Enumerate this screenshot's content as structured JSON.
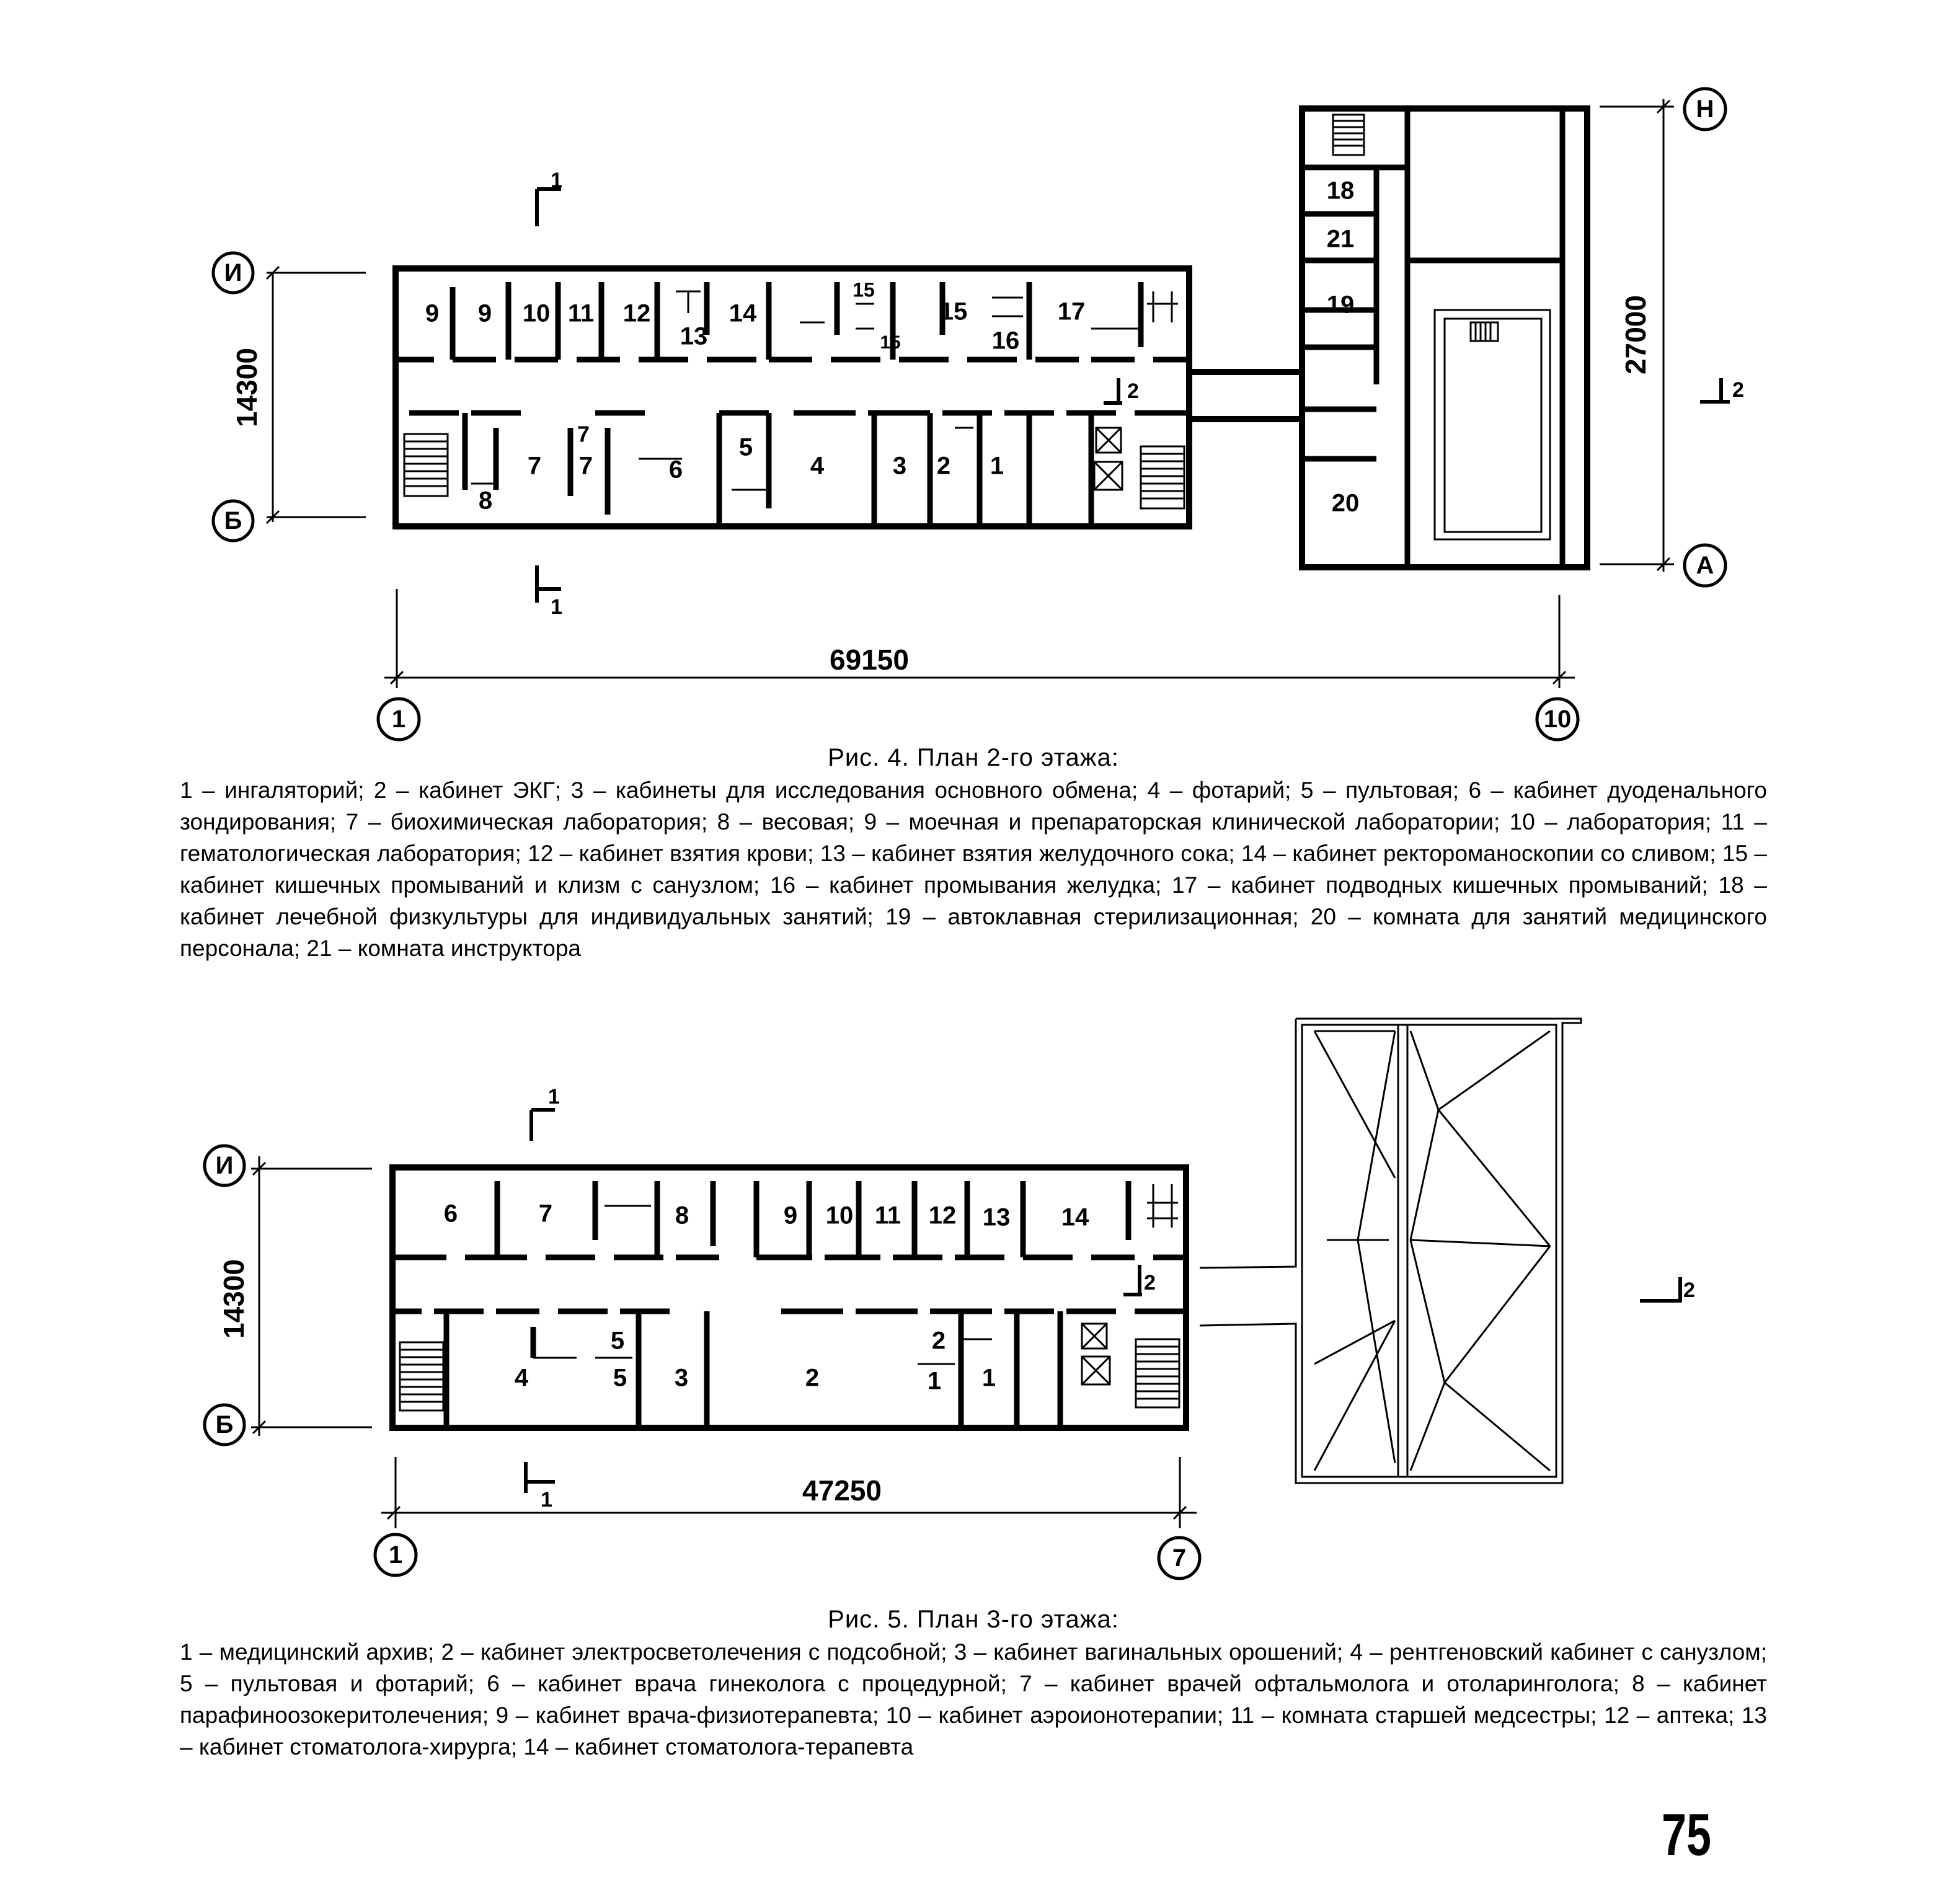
{
  "figure4": {
    "caption": "Рис. 4. План 2-го этажа:",
    "legend": "1 – ингаляторий; 2 – кабинет ЭКГ; 3 – кабинеты для исследования основного обмена; 4 – фотарий; 5 – пультовая; 6 – кабинет дуоденального зондирования; 7 – биохимическая лаборатория; 8 – весовая; 9 – моечная и препараторская клинической лаборатории; 10 – лаборатория; 11 – гематологическая лаборатория; 12 – кабинет взятия крови; 13 – кабинет взятия желудочного сока; 14 – кабинет ректороманоскопии со сливом; 15 – кабинет кишечных промываний и клизм с санузлом; 16 – кабинет промывания желудка; 17 – кабинет подводных кишечных промываний; 18 – кабинет лечебной физкультуры для индивидуальных занятий; 19 – автоклавная стерилизационная; 20 – комната для занятий медицинского персонала; 21 – комната инструктора",
    "dimensions": {
      "width": "69150",
      "depth_main": "14300",
      "depth_annex": "27000"
    },
    "axes": {
      "top_left": "И",
      "bottom_left": "Б",
      "start": "1",
      "end": "10",
      "annex_top": "Н",
      "annex_bottom": "А"
    },
    "section_marks": {
      "section_1": "1",
      "section_2": "2"
    },
    "room_labels": {
      "north": [
        "9",
        "9",
        "10",
        "11",
        "12",
        "13",
        "14",
        "15",
        "15",
        "15",
        "16",
        "17"
      ],
      "south": [
        "8",
        "7",
        "7",
        "7",
        "6",
        "5",
        "4",
        "3",
        "2",
        "1"
      ],
      "annex": [
        "18",
        "21",
        "19",
        "20"
      ]
    }
  },
  "figure5": {
    "caption": "Рис. 5. План 3-го этажа:",
    "legend": "1 – медицинский архив; 2 – кабинет электросветолечения с подсобной; 3 – кабинет вагинальных орошений; 4 – рентгеновский кабинет с санузлом; 5 – пультовая и фотарий; 6 – кабинет врача гинеколога с процедурной; 7 – кабинет врачей офтальмолога и отоларинголога; 8 – кабинет парафиноозокеритолечения; 9 – кабинет врача-физиотерапевта; 10 – кабинет аэроионотерапии; 11 – комната старшей медсестры; 12 – аптека; 13 – кабинет стоматолога-хирурга; 14 – кабинет стоматолога-терапевта",
    "dimensions": {
      "width": "47250",
      "depth": "14300"
    },
    "axes": {
      "top_left": "И",
      "bottom_left": "Б",
      "start": "1",
      "end": "7"
    },
    "section_marks": {
      "section_1": "1",
      "section_2": "2"
    },
    "room_labels": {
      "north": [
        "6",
        "7",
        "8",
        "9",
        "10",
        "11",
        "12",
        "13",
        "14"
      ],
      "south": [
        "4",
        "5",
        "5",
        "3",
        "2",
        "2",
        "1",
        "1"
      ]
    }
  },
  "page_number": "75"
}
